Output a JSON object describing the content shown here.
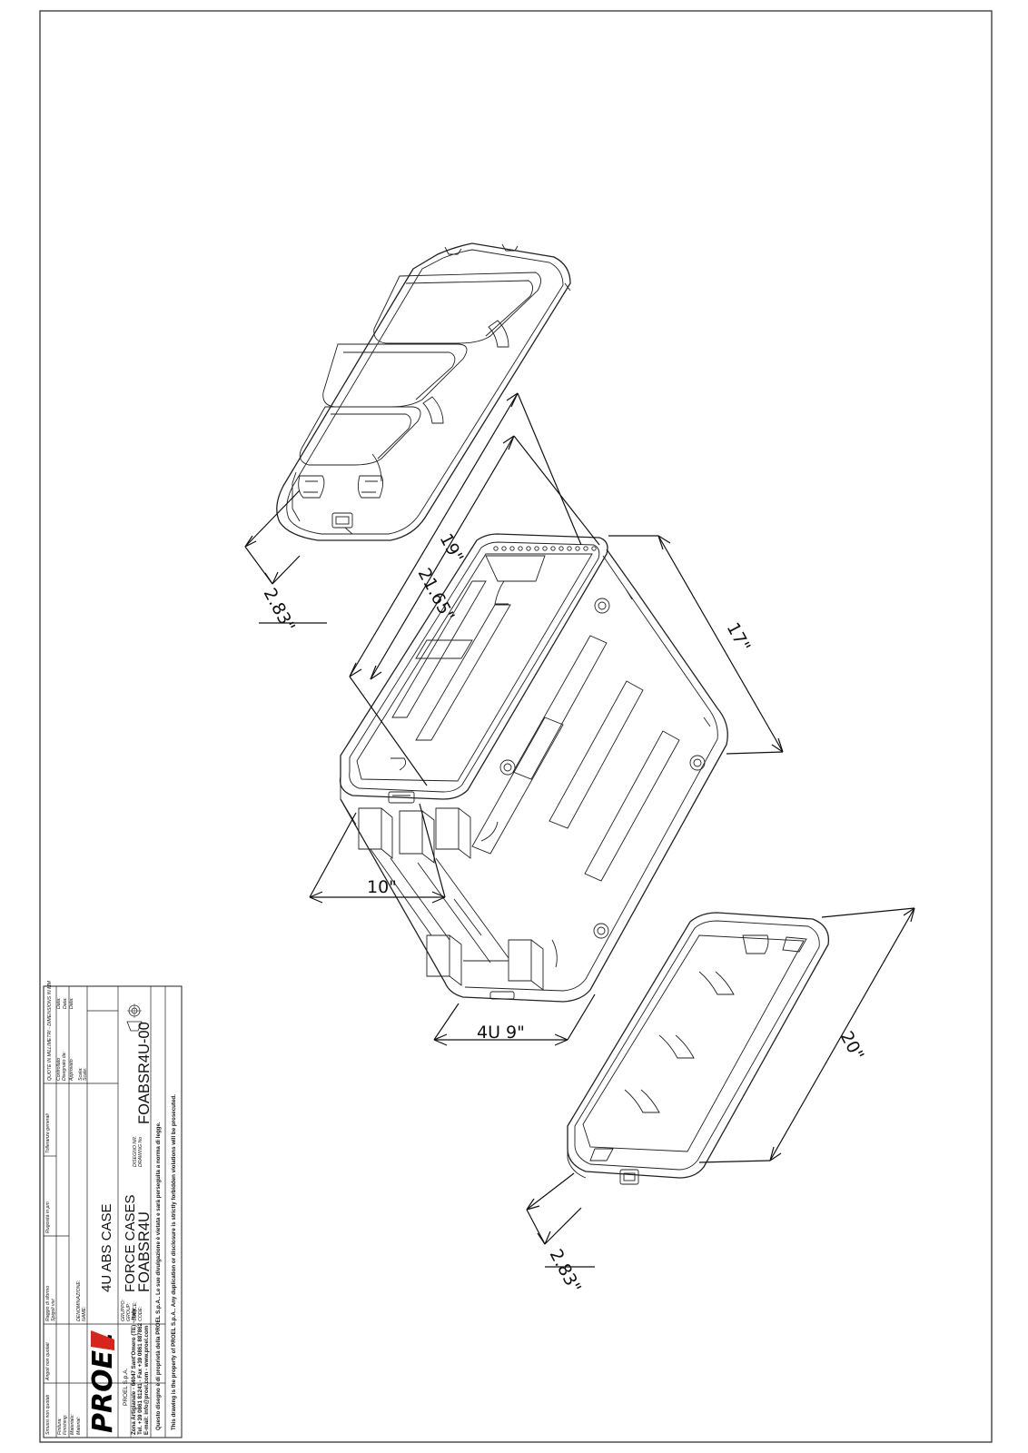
{
  "dimensions": {
    "lid_top_depth": "2.83\"",
    "rack_outer_length": "21.65\"",
    "rack_rail_length": "19\"",
    "case_width": "17\"",
    "case_depth": "10\"",
    "case_height": "4U 9\"",
    "lid_bottom_length": "20\"",
    "lid_bottom_depth": "2.83\""
  },
  "title_block": {
    "header_mm": "QUOTE IN MILLIMETRI - DIMENSIONS IN MM",
    "note_1": "Smussi non quotati",
    "note_1b": "Angoli non quotati",
    "note_2": "Raggio di sformo",
    "note_3": "Rugosità in µm",
    "note_4": "Tolleranze generali",
    "sharp_edges": "Spigoli vivi",
    "finish": "Finitura:",
    "finish_en": "Finishing:",
    "material": "Materiale:",
    "material_en": "Material:",
    "designed_by": "Controllato",
    "drawn_by": "Disegnato da:",
    "approved": "Approvato",
    "scale": "Scala:",
    "scale_en": "Scale:",
    "date_1": "Data:",
    "date_2": "Data:",
    "date_3": "Data:",
    "denomination_label": "DENOMINAZIONE:",
    "denomination_label_en": "NAME:",
    "name": "4U ABS CASE",
    "group_label": "GRUPPO:",
    "group_label_en": "GROUP:",
    "group": "FORCE CASES",
    "code_label": "CODICE:",
    "code_label_en": "CODE:",
    "code": "FOABSR4U",
    "drawing_no_label": "DISEGNO NR.",
    "drawing_no_label_en": "DRAWING No",
    "drawing_no": "FOABSR4U-00",
    "company": "PROEL S.p.A.",
    "address": "Zona Artigianale - 64047 Sant'Omero (TE) - Italy",
    "contact": "Tel. +39 0861 81241 - Fax +39 0861 887862",
    "email": "E-mail: info@proel.com - www.proel.com",
    "logo": "PROEL",
    "copyright_it": "Questo disegno è di proprietà della PROEL S.p.A.. Le sue divulgazione è vietata e sarà perseguita a norma di legge.",
    "copyright_en": "This drawing is the property of PROEL S.p.A.. Any duplication or disclosure is strictly forbidden violations will be prosecuted."
  },
  "colors": {
    "line": "#222222",
    "logo_red": "#d9241b",
    "background": "#ffffff"
  }
}
